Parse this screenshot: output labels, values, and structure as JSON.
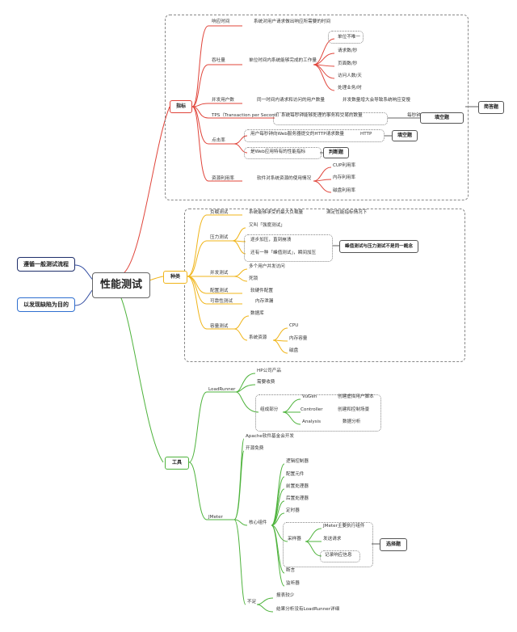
{
  "root": "性能测试",
  "left_labels": [
    "遵循一般测试流程",
    "以发现缺陷为目的"
  ],
  "branches": {
    "metrics": "指标",
    "types": "种类",
    "tools": "工具"
  },
  "metrics": {
    "response_time": "响应时间",
    "response_time_desc": "系统对用户请求做出响应所需要的时间",
    "throughput": "吞吐量",
    "throughput_desc": "单位时间内系统能够完成的工作量",
    "throughput_items": [
      "单位不唯一",
      "请求数/秒",
      "页面数/秒",
      "访问人数/天",
      "处理业务/时"
    ],
    "concurrent": "并发用户数",
    "concurrent_desc": "同一时间内请求和访问的用户数量",
    "concurrent_note": "并发数量增大会导致系统响应变慢",
    "tps": "TPS（Transaction per Second）",
    "tps_desc": "系统每秒钟能够处理的事务和交易的数量",
    "tps_unit": "每秒钟",
    "click_rate": "点击率",
    "click_desc1": "用户每秒钟向Web服务器提交的HTTP请求数量",
    "click_http": "HTTP",
    "click_desc2": "是Web应用特有的性能指标",
    "resource": "资源利用率",
    "resource_desc": "软件对系统资源的使用情况",
    "resource_items": [
      "CUP利用率",
      "内存利用率",
      "磁盘利用率"
    ],
    "tags": {
      "essay": "简答题",
      "fill": "填空题",
      "fill2": "填空题",
      "judge": "判断题"
    }
  },
  "types": {
    "load": "负载测试",
    "load_desc": "系统能够承受的最大负载量",
    "load_note": "满足性能指标情况下",
    "stress": "压力测试",
    "stress_items": [
      "又叫「强度测试」",
      "逐步加压，直到崩溃",
      "还有一种「峰值测试」，瞬间加压"
    ],
    "stress_tag": "峰值测试与压力测试不是同一概念",
    "concurrency": "并发测试",
    "concurrency_items": [
      "多个用户并发访问",
      "死锁"
    ],
    "config": "配置测试",
    "config_desc": "软硬件配置",
    "reliability": "可靠性测试",
    "reliability_desc": "内存泄漏",
    "capacity": "容量测试",
    "capacity_db": "数据库",
    "capacity_sys": "系统资源",
    "capacity_items": [
      "CPU",
      "内存容量",
      "磁盘"
    ]
  },
  "tools": {
    "loadrunner": "LoadRunner",
    "lr_items": [
      "HP公司产品",
      "需要收费"
    ],
    "lr_comp": "组成部分",
    "lr_parts": [
      {
        "name": "VuGen",
        "desc": "创建虚拟用户脚本"
      },
      {
        "name": "Controller",
        "desc": "创建和控制场景"
      },
      {
        "name": "Analysis",
        "desc": "数据分析"
      }
    ],
    "jmeter": "JMeter",
    "jm_items": [
      "Apache软件基金会开发",
      "开源免费"
    ],
    "jm_core": "核心组件",
    "jm_comps": [
      "逻辑控制器",
      "配置元件",
      "前置处理器",
      "后置处理器",
      "定时器"
    ],
    "sampler": "采样器",
    "sampler_items": [
      "JMeter主要执行组件",
      "发送请求",
      "记录响应信息"
    ],
    "jm_tail": [
      "断言",
      "监听器"
    ],
    "select_tag": "选择题",
    "shortage": "不足",
    "shortage_items": [
      "报表较少",
      "结果分析没有LoadRunner详细"
    ]
  }
}
